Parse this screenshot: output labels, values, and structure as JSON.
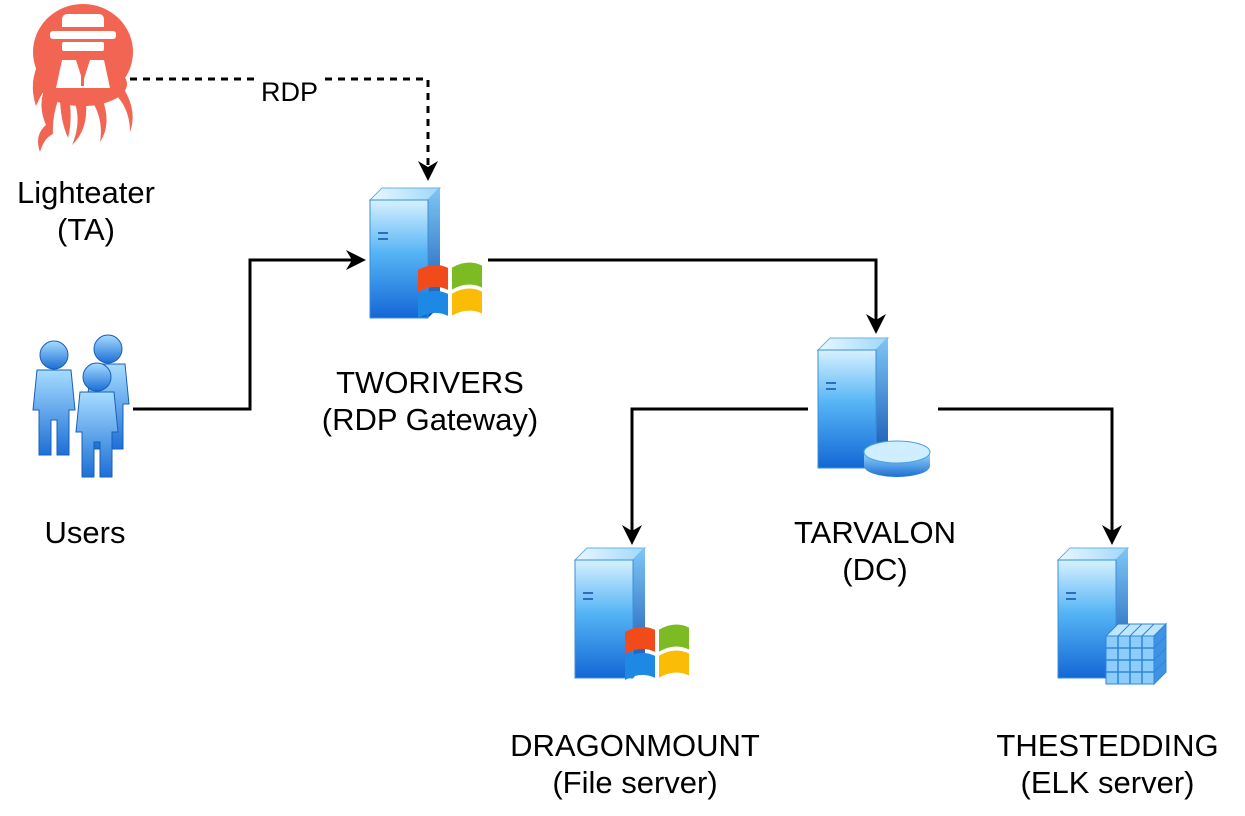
{
  "nodes": {
    "lighteater": {
      "name": "Lighteater",
      "role": "(TA)",
      "icon": "threat-actor-icon"
    },
    "users": {
      "name": "Users",
      "icon": "users-icon"
    },
    "tworivers": {
      "name": "TWORIVERS",
      "role": "(RDP Gateway)",
      "icon": "windows-server-icon"
    },
    "tarvalon": {
      "name": "TARVALON",
      "role": "(DC)",
      "icon": "database-server-icon"
    },
    "dragonmount": {
      "name": "DRAGONMOUNT",
      "role": "(File server)",
      "icon": "windows-server-icon"
    },
    "thestedding": {
      "name": "THESTEDDING",
      "role": "(ELK server)",
      "icon": "grid-server-icon"
    }
  },
  "edges": [
    {
      "from": "Lighteater",
      "to": "TWORIVERS",
      "label": "RDP",
      "style": "dashed"
    },
    {
      "from": "Users",
      "to": "TWORIVERS",
      "style": "solid"
    },
    {
      "from": "TWORIVERS",
      "to": "TARVALON",
      "style": "solid"
    },
    {
      "from": "TARVALON",
      "to": "DRAGONMOUNT",
      "style": "solid"
    },
    {
      "from": "TARVALON",
      "to": "THESTEDDING",
      "style": "solid"
    }
  ],
  "colors": {
    "threat_actor": "#f26552",
    "server_light": "#c8ecff",
    "server_mid": "#4aa8f0",
    "server_dark": "#1a6fd1",
    "edge": "#000000"
  }
}
